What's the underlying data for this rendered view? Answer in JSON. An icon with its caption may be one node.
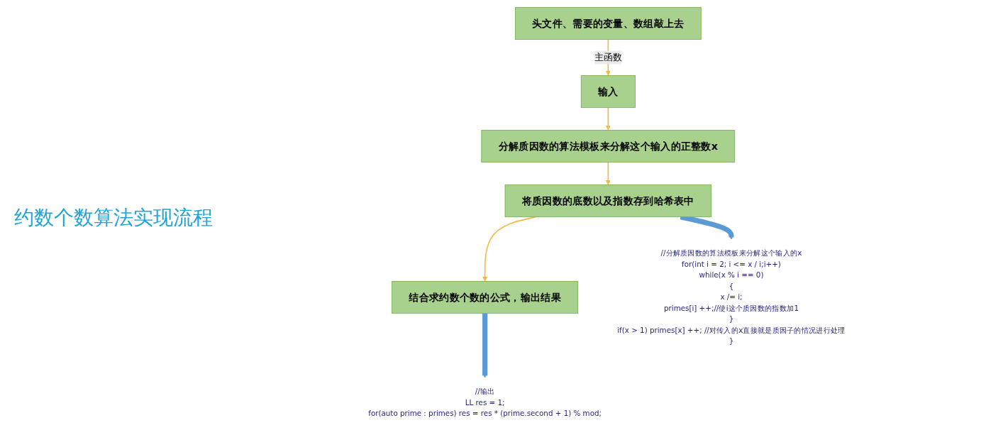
{
  "diagram": {
    "title": "约数个数算法实现流程",
    "nodes": [
      {
        "text": [
          "头文件、需要的变量、数组敲上去"
        ]
      },
      {
        "text": [
          "输入"
        ]
      },
      {
        "text": [
          "分解质因数的算法模板来分解这个输入的正整数x"
        ]
      },
      {
        "text": [
          "将质因数的底数以及指数存到哈希表中"
        ]
      },
      {
        "text": [
          "结合求约数个数的公式，输出结果"
        ]
      },
      {
        "text": [
          "//分解质因数的算法模板来分解这个输入的x",
          "for(int i = 2; i <= x / i;i++)",
          "while(x % i == 0)",
          "{",
          "x /= i;",
          "primes[i] ++;//使i这个质因数的指数加1",
          "}",
          "if(x > 1) primes[x] ++; //对传入的x直接就是质因子的情况进行处理",
          "}"
        ]
      },
      {
        "text": [
          "//输出",
          "LL res = 1;",
          "for(auto prime : primes) res = res * (prime.second + 1) % mod;"
        ]
      }
    ],
    "edges": [
      {
        "from": 0,
        "to": 1,
        "arrow": "to",
        "label": "主函数"
      },
      {
        "from": 1,
        "to": 2,
        "arrow": "to"
      },
      {
        "from": 2,
        "to": 3,
        "arrow": "to"
      },
      {
        "from": 3,
        "to": 5,
        "arrow": "to",
        "style": "thick",
        "color": "#5b9bd5"
      },
      {
        "from": 3,
        "to": 4,
        "arrow": "to"
      },
      {
        "from": 4,
        "to": 6,
        "arrow": "to",
        "style": "thick",
        "color": "#5b9bd5"
      }
    ]
  }
}
